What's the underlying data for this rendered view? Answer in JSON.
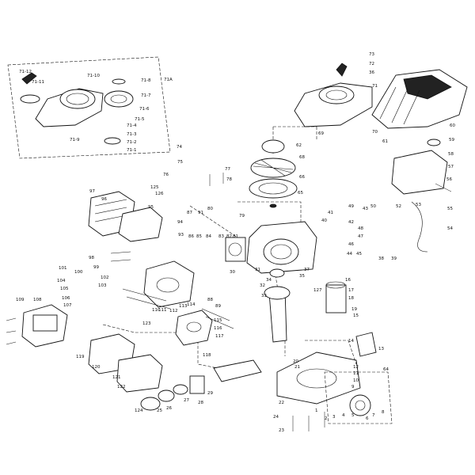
{
  "diagram": {
    "type": "exploded-parts-view",
    "inset_ref": "71A",
    "labels": [
      {
        "id": "71-12",
        "text": "71-12"
      },
      {
        "id": "71-11",
        "text": "71-11"
      },
      {
        "id": "71-10",
        "text": "71-10"
      },
      {
        "id": "71-8",
        "text": "71-8"
      },
      {
        "id": "71-7",
        "text": "71-7"
      },
      {
        "id": "71-6",
        "text": "71-6"
      },
      {
        "id": "71-5",
        "text": "71-5"
      },
      {
        "id": "71-4",
        "text": "71-4"
      },
      {
        "id": "71-3",
        "text": "71-3"
      },
      {
        "id": "71-2",
        "text": "71-2"
      },
      {
        "id": "71-1",
        "text": "71-1"
      },
      {
        "id": "71-9",
        "text": "71-9"
      },
      {
        "id": "71A",
        "text": "71A"
      },
      {
        "id": "73",
        "text": "73"
      },
      {
        "id": "72",
        "text": "72"
      },
      {
        "id": "36",
        "text": "36"
      },
      {
        "id": "71",
        "text": "71"
      },
      {
        "id": "70",
        "text": "70"
      },
      {
        "id": "69",
        "text": "69"
      },
      {
        "id": "68",
        "text": "68"
      },
      {
        "id": "66",
        "text": "66"
      },
      {
        "id": "65",
        "text": "65"
      },
      {
        "id": "62",
        "text": "62"
      },
      {
        "id": "61",
        "text": "61"
      },
      {
        "id": "60",
        "text": "60"
      },
      {
        "id": "59",
        "text": "59"
      },
      {
        "id": "58",
        "text": "58"
      },
      {
        "id": "57",
        "text": "57"
      },
      {
        "id": "56",
        "text": "56"
      },
      {
        "id": "55",
        "text": "55"
      },
      {
        "id": "54",
        "text": "54"
      },
      {
        "id": "53",
        "text": "53"
      },
      {
        "id": "52",
        "text": "52"
      },
      {
        "id": "50",
        "text": "50"
      },
      {
        "id": "49",
        "text": "49"
      },
      {
        "id": "48",
        "text": "48"
      },
      {
        "id": "47",
        "text": "47"
      },
      {
        "id": "46",
        "text": "46"
      },
      {
        "id": "45",
        "text": "45"
      },
      {
        "id": "44",
        "text": "44"
      },
      {
        "id": "43",
        "text": "43"
      },
      {
        "id": "42",
        "text": "42"
      },
      {
        "id": "41",
        "text": "41"
      },
      {
        "id": "40",
        "text": "40"
      },
      {
        "id": "39",
        "text": "39"
      },
      {
        "id": "38",
        "text": "38"
      },
      {
        "id": "37",
        "text": "37"
      },
      {
        "id": "35",
        "text": "35"
      },
      {
        "id": "34",
        "text": "34"
      },
      {
        "id": "33",
        "text": "33"
      },
      {
        "id": "32",
        "text": "32"
      },
      {
        "id": "31",
        "text": "31"
      },
      {
        "id": "30",
        "text": "30"
      },
      {
        "id": "29",
        "text": "29"
      },
      {
        "id": "28",
        "text": "28"
      },
      {
        "id": "27",
        "text": "27"
      },
      {
        "id": "26",
        "text": "26"
      },
      {
        "id": "25",
        "text": "25"
      },
      {
        "id": "24",
        "text": "24"
      },
      {
        "id": "23",
        "text": "23"
      },
      {
        "id": "22",
        "text": "22"
      },
      {
        "id": "21",
        "text": "21"
      },
      {
        "id": "20",
        "text": "20"
      },
      {
        "id": "19",
        "text": "19"
      },
      {
        "id": "18",
        "text": "18"
      },
      {
        "id": "17",
        "text": "17"
      },
      {
        "id": "16",
        "text": "16"
      },
      {
        "id": "15",
        "text": "15"
      },
      {
        "id": "14",
        "text": "14"
      },
      {
        "id": "13",
        "text": "13"
      },
      {
        "id": "12",
        "text": "12"
      },
      {
        "id": "11",
        "text": "11"
      },
      {
        "id": "10",
        "text": "10"
      },
      {
        "id": "9",
        "text": "9"
      },
      {
        "id": "8",
        "text": "8"
      },
      {
        "id": "7",
        "text": "7"
      },
      {
        "id": "6",
        "text": "6"
      },
      {
        "id": "5",
        "text": "5"
      },
      {
        "id": "4",
        "text": "4"
      },
      {
        "id": "3",
        "text": "3"
      },
      {
        "id": "2",
        "text": "2"
      },
      {
        "id": "1",
        "text": "1"
      },
      {
        "id": "64",
        "text": "64"
      },
      {
        "id": "74",
        "text": "74"
      },
      {
        "id": "75",
        "text": "75"
      },
      {
        "id": "76",
        "text": "76"
      },
      {
        "id": "77",
        "text": "77"
      },
      {
        "id": "78",
        "text": "78"
      },
      {
        "id": "79",
        "text": "79"
      },
      {
        "id": "80",
        "text": "80"
      },
      {
        "id": "81",
        "text": "81"
      },
      {
        "id": "82",
        "text": "82"
      },
      {
        "id": "83",
        "text": "83"
      },
      {
        "id": "84",
        "text": "84"
      },
      {
        "id": "85",
        "text": "85"
      },
      {
        "id": "86",
        "text": "86"
      },
      {
        "id": "87",
        "text": "87"
      },
      {
        "id": "88",
        "text": "88"
      },
      {
        "id": "89",
        "text": "89"
      },
      {
        "id": "91",
        "text": "91"
      },
      {
        "id": "93",
        "text": "93"
      },
      {
        "id": "94",
        "text": "94"
      },
      {
        "id": "95",
        "text": "95"
      },
      {
        "id": "96",
        "text": "96"
      },
      {
        "id": "97",
        "text": "97"
      },
      {
        "id": "98",
        "text": "98"
      },
      {
        "id": "99",
        "text": "99"
      },
      {
        "id": "100",
        "text": "100"
      },
      {
        "id": "101",
        "text": "101"
      },
      {
        "id": "102",
        "text": "102"
      },
      {
        "id": "103",
        "text": "103"
      },
      {
        "id": "104",
        "text": "104"
      },
      {
        "id": "105",
        "text": "105"
      },
      {
        "id": "106",
        "text": "106"
      },
      {
        "id": "107",
        "text": "107"
      },
      {
        "id": "108",
        "text": "108"
      },
      {
        "id": "109",
        "text": "109"
      },
      {
        "id": "110",
        "text": "110"
      },
      {
        "id": "111",
        "text": "111"
      },
      {
        "id": "112",
        "text": "112"
      },
      {
        "id": "113",
        "text": "113"
      },
      {
        "id": "114",
        "text": "114"
      },
      {
        "id": "115",
        "text": "115"
      },
      {
        "id": "116",
        "text": "116"
      },
      {
        "id": "117",
        "text": "117"
      },
      {
        "id": "118",
        "text": "118"
      },
      {
        "id": "119",
        "text": "119"
      },
      {
        "id": "120",
        "text": "120"
      },
      {
        "id": "121",
        "text": "121"
      },
      {
        "id": "122",
        "text": "122"
      },
      {
        "id": "123",
        "text": "123"
      },
      {
        "id": "124",
        "text": "124"
      },
      {
        "id": "125",
        "text": "125"
      },
      {
        "id": "126",
        "text": "126"
      },
      {
        "id": "127",
        "text": "127"
      }
    ]
  }
}
